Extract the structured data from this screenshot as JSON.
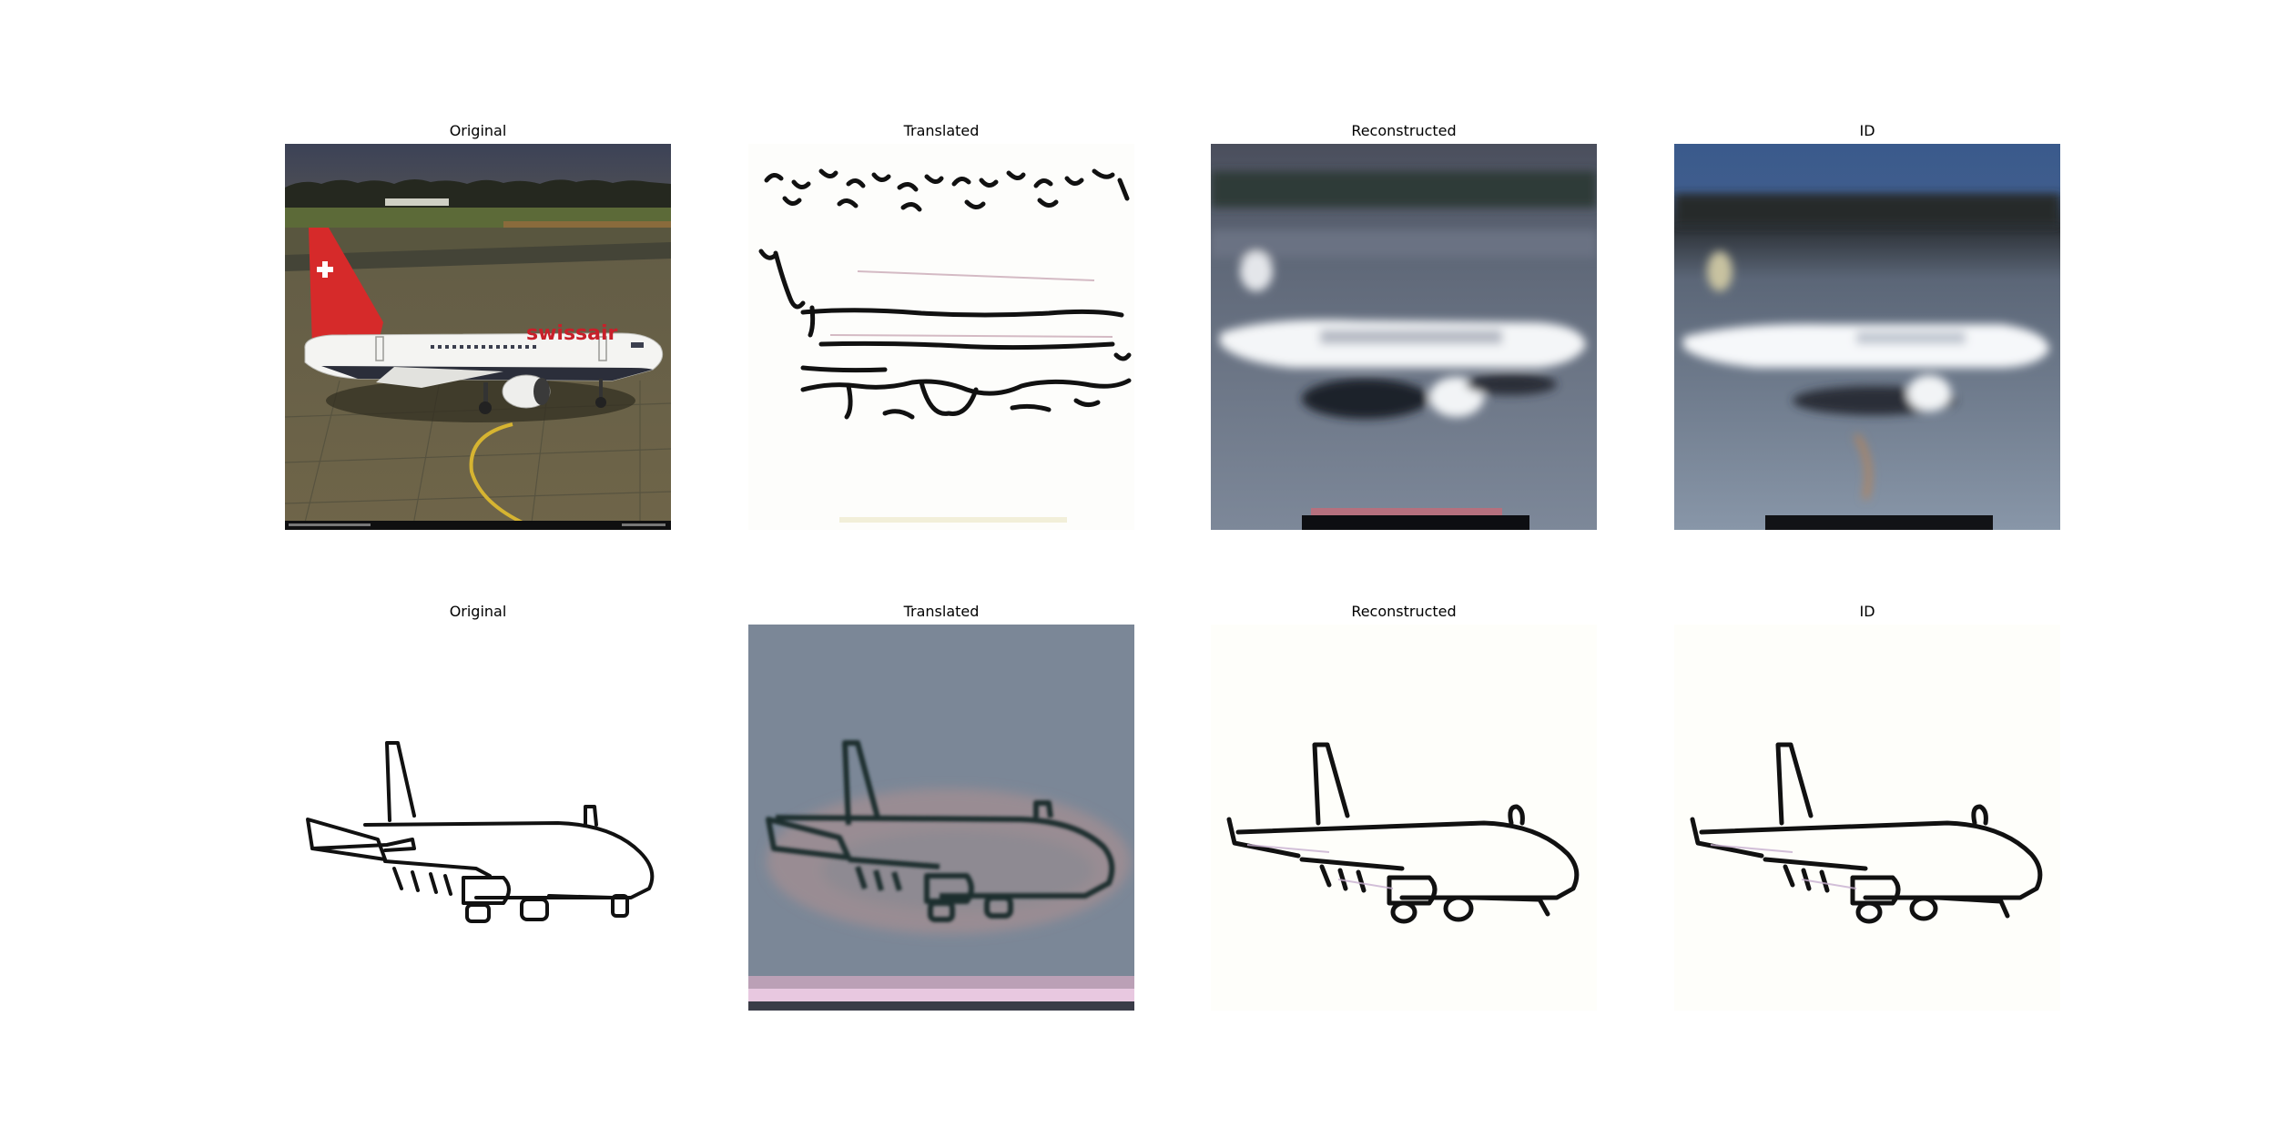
{
  "figure": {
    "rows": [
      {
        "panels": [
          {
            "title": "Original"
          },
          {
            "title": "Translated"
          },
          {
            "title": "Reconstructed"
          },
          {
            "title": "ID"
          }
        ]
      },
      {
        "panels": [
          {
            "title": "Original"
          },
          {
            "title": "Translated"
          },
          {
            "title": "Reconstructed"
          },
          {
            "title": "ID"
          }
        ]
      }
    ]
  },
  "livery": {
    "airline_text": "swissair"
  },
  "colors": {
    "swiss_red": "#d62a2a",
    "apron_brown": "#6e6448",
    "sky_blue": "#3a5a8c",
    "slate_gray": "#7b8797",
    "outline_black": "#111111"
  }
}
